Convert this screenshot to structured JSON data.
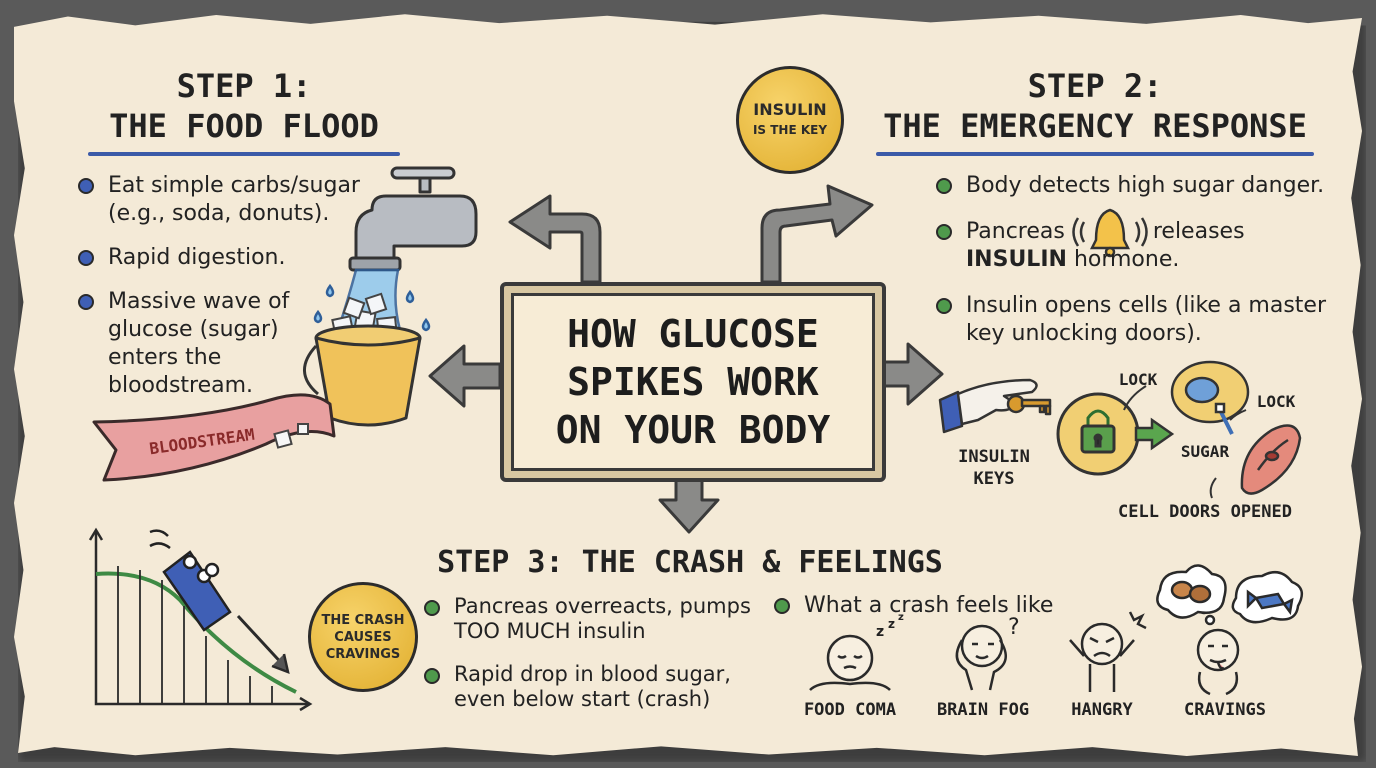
{
  "center": {
    "title": "HOW GLUCOSE\nSPIKES WORK\nON YOUR BODY"
  },
  "step1": {
    "heading_line1": "STEP 1:",
    "heading_line2": "THE FOOD FLOOD",
    "bullets": [
      "Eat simple carbs/sugar (e.g., soda, donuts).",
      "Rapid digestion.",
      "Massive wave of glucose (sugar) enters the bloodstream."
    ],
    "ribbon_label": "BLOODSTREAM"
  },
  "step2": {
    "heading_line1": "STEP 2:",
    "heading_line2": "THE EMERGENCY RESPONSE",
    "bullet1": "Body detects high sugar danger.",
    "bullet2_pre": "Pancreas",
    "bullet2_post": "releases",
    "bullet2_strong": "INSULIN",
    "bullet2_end": "hormone.",
    "bullet3": "Insulin opens cells (like a master key unlocking doors).",
    "coin_line1": "INSULIN",
    "coin_line2": "IS THE KEY",
    "diagram": {
      "insulin_keys": "INSULIN\nKEYS",
      "lock_left": "LOCK",
      "lock_right": "LOCK",
      "sugar": "SUGAR",
      "cell_doors": "CELL DOORS OPENED"
    }
  },
  "step3": {
    "heading": "STEP 3: THE CRASH & FEELINGS",
    "bullets": [
      "Pancreas overreacts, pumps TOO MUCH insulin",
      "Rapid drop in blood sugar, even below start (crash)"
    ],
    "coin_text": "THE CRASH\nCAUSES\nCRAVINGS",
    "feelings_title": "What a crash feels like",
    "feelings": [
      "FOOD COMA",
      "BRAIN FOG",
      "HANGRY",
      "CRAVINGS"
    ]
  },
  "colors": {
    "paper": "#f4ead7",
    "accent_blue": "#3b5aa8",
    "bullet_green": "#4f9a4c",
    "coin_gold": "#e9b93a",
    "ribbon_red": "#e8a0a0",
    "arrow_gray": "#8a8a88"
  }
}
